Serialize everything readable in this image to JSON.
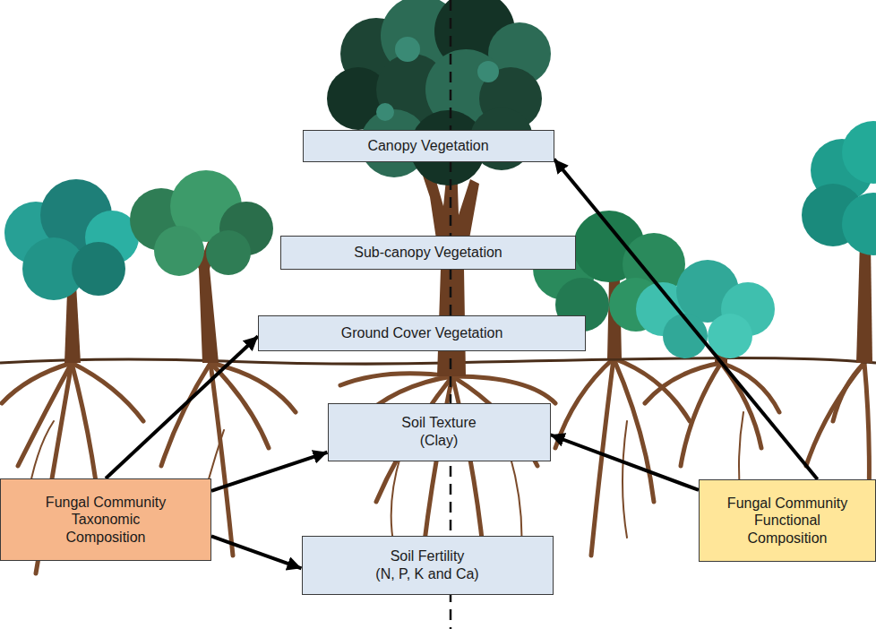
{
  "diagram": {
    "nodes": [
      {
        "text": [
          "Canopy Vegetation"
        ]
      },
      {
        "text": [
          "Sub-canopy Vegetation"
        ]
      },
      {
        "text": [
          "Ground Cover Vegetation"
        ]
      },
      {
        "text": [
          "Soil Texture",
          "(Clay)"
        ]
      },
      {
        "text": [
          "Fungal Community Taxonomic Composition"
        ]
      },
      {
        "text": [
          "Soil Fertility",
          "(N, P, K and Ca)"
        ]
      },
      {
        "text": [
          "Fungal Community Functional Composition"
        ]
      }
    ],
    "edges": [
      {
        "from": 4,
        "to": 2,
        "arrow": "to"
      },
      {
        "from": 4,
        "to": 3,
        "arrow": "to"
      },
      {
        "from": 4,
        "to": 5,
        "arrow": "to"
      },
      {
        "from": 6,
        "to": 3,
        "arrow": "to"
      },
      {
        "from": 6,
        "to": 0,
        "arrow": "to"
      }
    ]
  }
}
